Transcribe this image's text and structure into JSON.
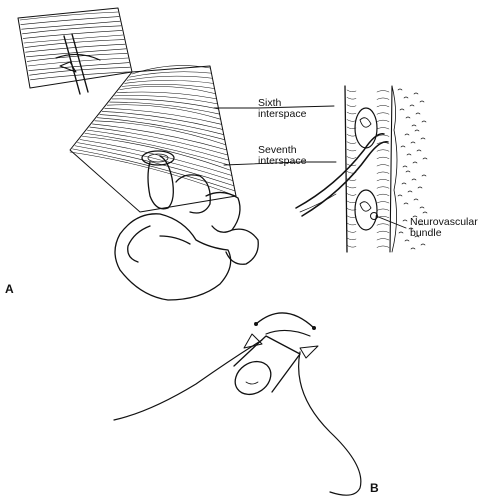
{
  "figure": {
    "panel_a_letter": "A",
    "panel_b_letter": "B",
    "labels": {
      "sixth": [
        "Sixth",
        "interspace"
      ],
      "seventh": [
        "Seventh",
        "interspace"
      ],
      "neuro": [
        "Neurovascular",
        "bundle"
      ]
    }
  },
  "colors": {
    "ink": "#111111",
    "paper": "#ffffff"
  }
}
